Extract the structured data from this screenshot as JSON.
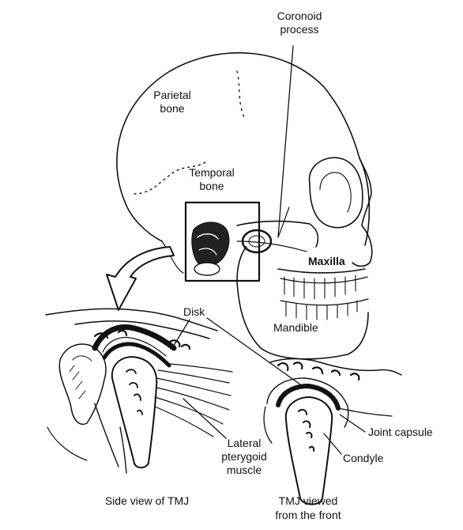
{
  "figure": {
    "labels": {
      "coronoid_line1": "Coronoid",
      "coronoid_line2": "process",
      "parietal_line1": "Parietal",
      "parietal_line2": "bone",
      "temporal_line1": "Temporal",
      "temporal_line2": "bone",
      "maxilla": "Maxilla",
      "mandible": "Mandible",
      "disk": "Disk",
      "lateral_line1": "Lateral",
      "lateral_line2": "pterygoid",
      "lateral_line3": "muscle",
      "joint_capsule": "Joint capsule",
      "condyle": "Condyle"
    },
    "captions": {
      "side_view": "Side view of TMJ",
      "front_line1": "TMJ viewed",
      "front_line2": "from the front"
    }
  }
}
